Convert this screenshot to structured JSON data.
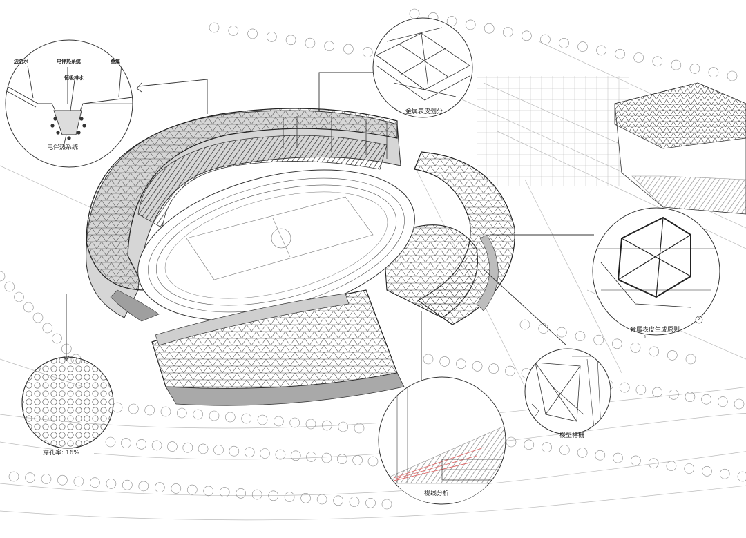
{
  "callouts": {
    "detail_drain": {
      "title_top_left": "边防水",
      "title_top_mid": "电伴热系统",
      "title_top_right": "金属",
      "label_mid": "恒吸排水",
      "caption": "电伴热系统"
    },
    "skin_division": {
      "caption": "金属表皮划分"
    },
    "skin_generation": {
      "caption": "金属表皮生成原则",
      "number_mark": "1",
      "number_mark_b": "2"
    },
    "perforation": {
      "caption": "穿孔率: 16%"
    },
    "sightline": {
      "caption": "视线分析"
    },
    "diamond_grid": {
      "caption": "梭型格栅"
    }
  },
  "colors": {
    "line": "#333333",
    "hatch": "#9a9a9a",
    "sightline_red": "#e06a6a",
    "paper": "#ffffff"
  }
}
